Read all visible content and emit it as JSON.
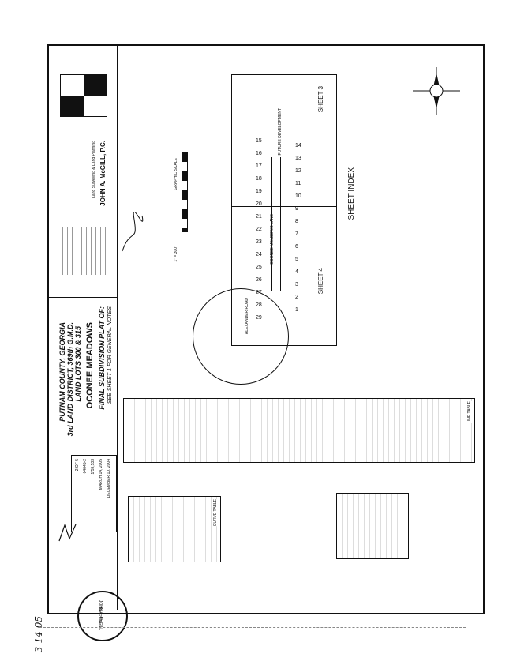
{
  "title_block": {
    "company": "JOHN A. McGILL, P.C.",
    "company_sub": "Land Surveying & Land Planning",
    "plat_type": "FINAL SUBDIVISION PLAT OF:",
    "subdivision": "OCONEE MEADOWS",
    "location_line1": "LAND LOTS 300 & 315",
    "location_line2": "3rd LAND DISTRICT, 369th G.M.D.",
    "location_line3": "PUTNAM COUNTY, GEORGIA",
    "see_sheet_note": "SEE SHEET 1 FOR GENERAL NOTES",
    "sheet": "2 OF 5",
    "job_no": "04045-2",
    "date_survey": "DECEMBER 10, 2004",
    "date_drawn": "MARCH 14, 2005",
    "closure": "1/59,533"
  },
  "plan": {
    "sheet_index_label": "SHEET INDEX",
    "sheet3_label": "SHEET 3",
    "sheet4_label": "SHEET 4",
    "future_dev": "FUTURE DEVELOPMENT",
    "lane_label": "OCONEE MEADOWS LANE",
    "road_label": "ALEXANDER ROAD",
    "lots_bottom": [
      "15",
      "16",
      "17",
      "18",
      "19",
      "20",
      "21",
      "22",
      "23",
      "24",
      "25",
      "26",
      "27",
      "28",
      "29"
    ],
    "lots_top": [
      "14",
      "13",
      "12",
      "11",
      "10",
      "9",
      "8",
      "7",
      "6",
      "5",
      "4",
      "3",
      "2",
      "1"
    ],
    "scale_label": "GRAPHIC SCALE",
    "scale_ratio": "1\" = 300'"
  },
  "seal": {
    "name": "JOHN A. McGILL",
    "number": "No. 2800",
    "date_handwritten": "3-14-05"
  },
  "tables": {
    "line_table_title": "LINE TABLE",
    "curve_table_title": "CURVE TABLE"
  }
}
